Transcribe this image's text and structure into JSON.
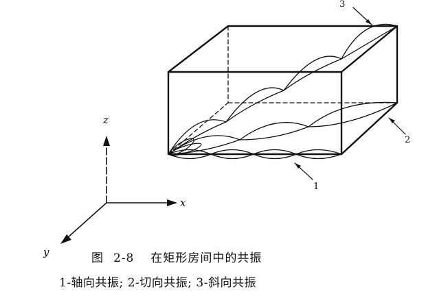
{
  "axes": {
    "x_label": "x",
    "y_label": "y",
    "z_label": "z"
  },
  "callouts": {
    "axial": "1",
    "tangential": "2",
    "oblique": "3"
  },
  "caption": {
    "figure_label": "图",
    "figure_number": "2-8",
    "title": "在矩形房间中的共振",
    "legend": "1-轴向共振; 2-切向共振; 3-斜向共振"
  },
  "colors": {
    "ink": "#111111",
    "background": "#ffffff"
  }
}
